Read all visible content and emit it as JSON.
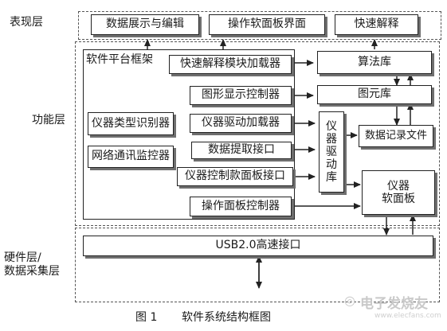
{
  "layers": {
    "presentation": "表现层",
    "function": "功能层",
    "hardware_line1": "硬件层/",
    "hardware_line2": "数据采集层"
  },
  "presentation_boxes": {
    "data_display": "数据展示与编辑",
    "soft_panel_ui": "操作软面板界面",
    "quick_decode": "快速解释"
  },
  "platform": {
    "title": "软件平台框架",
    "quick_decode_loader": "快速解释模块加载器",
    "graphics_controller": "图形显示控制器",
    "instrument_type_recognizer": "仪器类型识别器",
    "driver_loader": "仪器驱动加载器",
    "network_monitor": "网络通讯监控器",
    "data_extract_interface": "数据提取接口",
    "control_panel_interface": "仪器控制款面板接口",
    "panel_controller": "操作面板控制器"
  },
  "libraries": {
    "algorithm_lib": "算法库",
    "primitive_lib": "图元库",
    "driver_lib_chars": [
      "仪",
      "器",
      "驱",
      "动",
      "库"
    ],
    "data_log_file": "数据记录文件",
    "soft_panel_line1": "仪器",
    "soft_panel_line2": "软面板"
  },
  "hardware": {
    "usb_interface": "USB2.0高速接口"
  },
  "caption": {
    "figure_no": "图 1",
    "figure_title": "软件系统结构框图"
  },
  "watermark": {
    "brand": "电子发烧友",
    "url": "www.elecfans.com"
  }
}
